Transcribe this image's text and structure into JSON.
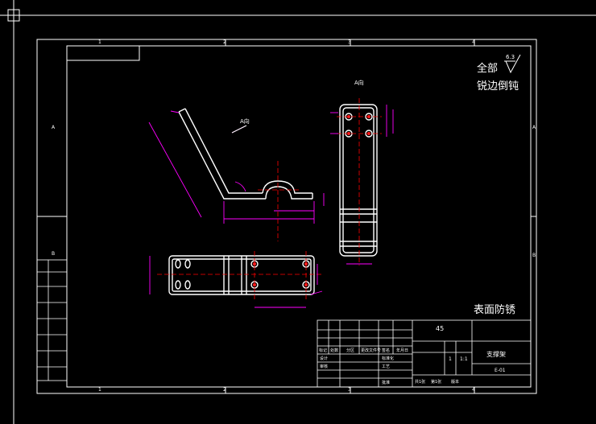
{
  "notes": {
    "chamfer_all": "全部",
    "roughness_value": "6.3",
    "chamfer_text": "锐边倒钝",
    "surface": "表面防锈"
  },
  "views": {
    "view_a_top": "A向",
    "view_a_arrow": "A向"
  },
  "border": {
    "top_numbers": [
      "1",
      "2",
      "3",
      "4"
    ],
    "bottom_numbers": [
      "1",
      "2",
      "3",
      "4"
    ],
    "left_letters": [
      "A",
      "B"
    ],
    "right_letters": [
      "A",
      "B"
    ]
  },
  "title_block": {
    "material": "45",
    "part_name": "支撑架",
    "drawing_no": "E-01",
    "scale": "1:1",
    "count": "1",
    "row_labels": [
      "标记",
      "处数",
      "分区",
      "更改文件号",
      "签名",
      "年月日"
    ],
    "left_labels": [
      "设计",
      "标准化",
      "审核",
      "工艺",
      "批准"
    ],
    "footer": [
      "共1张",
      "第1张",
      "版本"
    ]
  },
  "colors": {
    "line_white": "#ffffff",
    "dimension": "#ff00ff",
    "center_red": "#ff0000",
    "hole_red": "#ff2020"
  }
}
